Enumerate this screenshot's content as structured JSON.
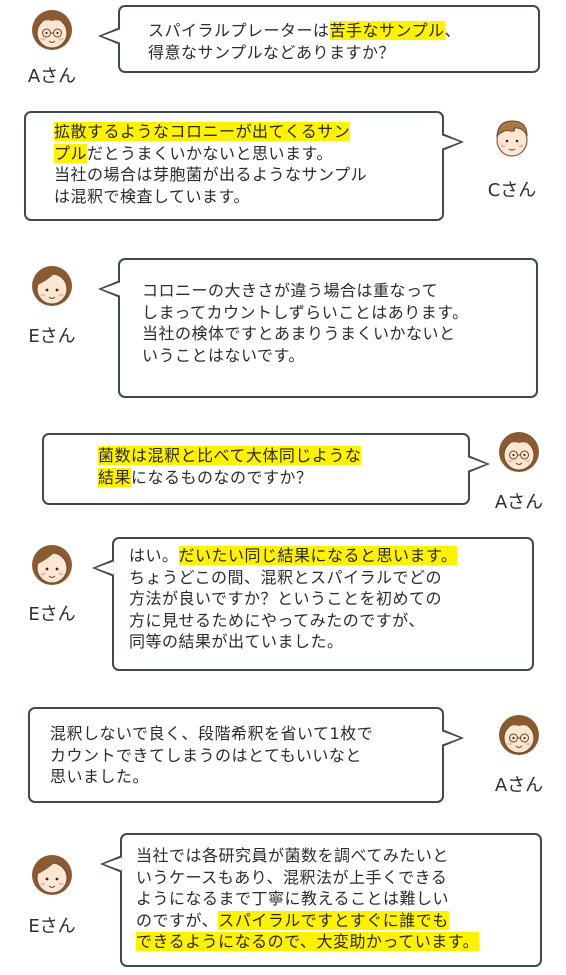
{
  "conversation": [
    {
      "speaker": "Aさん",
      "side": "left",
      "lines": [
        {
          "segments": [
            {
              "text": "スパイラルプレーターは",
              "hl": false
            },
            {
              "text": "苦手なサンプル",
              "hl": true
            },
            {
              "text": "、",
              "hl": false
            }
          ]
        },
        {
          "segments": [
            {
              "text": "得意なサンプルなどありますか？",
              "hl": false
            }
          ]
        }
      ]
    },
    {
      "speaker": "Cさん",
      "side": "right",
      "lines": [
        {
          "segments": [
            {
              "text": "拡散するようなコロニーが出てくるサン",
              "hl": true
            }
          ]
        },
        {
          "segments": [
            {
              "text": "プル",
              "hl": true
            },
            {
              "text": "だとうまくいかないと思います。",
              "hl": false
            }
          ]
        },
        {
          "segments": [
            {
              "text": "当社の場合は芽胞菌が出るようなサンプル",
              "hl": false
            }
          ]
        },
        {
          "segments": [
            {
              "text": "は混釈で検査しています。",
              "hl": false
            }
          ]
        }
      ]
    },
    {
      "speaker": "Eさん",
      "side": "left",
      "lines": [
        {
          "segments": [
            {
              "text": "コロニーの大きさが違う場合は重なって",
              "hl": false
            }
          ]
        },
        {
          "segments": [
            {
              "text": "しまってカウントしずらいことはあります。",
              "hl": false
            }
          ]
        },
        {
          "segments": [
            {
              "text": "当社の検体ですとあまりうまくいかないと",
              "hl": false
            }
          ]
        },
        {
          "segments": [
            {
              "text": "いうことはないです。",
              "hl": false
            }
          ]
        }
      ]
    },
    {
      "speaker": "Aさん",
      "side": "right",
      "lines": [
        {
          "segments": [
            {
              "text": "菌数は混釈と比べて大体同じような",
              "hl": true
            }
          ]
        },
        {
          "segments": [
            {
              "text": "結果",
              "hl": true
            },
            {
              "text": "になるものなのですか？",
              "hl": false
            }
          ]
        }
      ]
    },
    {
      "speaker": "Eさん",
      "side": "left",
      "lines": [
        {
          "segments": [
            {
              "text": "はい。",
              "hl": false
            },
            {
              "text": "だいたい同じ結果になると思います。",
              "hl": true
            }
          ]
        },
        {
          "segments": [
            {
              "text": "ちょうどこの間、混釈とスパイラルでどの",
              "hl": false
            }
          ]
        },
        {
          "segments": [
            {
              "text": "方法が良いですか？ということを初めての",
              "hl": false
            }
          ]
        },
        {
          "segments": [
            {
              "text": "方に見せるためにやってみたのですが、",
              "hl": false
            }
          ]
        },
        {
          "segments": [
            {
              "text": "同等の結果が出ていました。",
              "hl": false
            }
          ]
        }
      ]
    },
    {
      "speaker": "Aさん",
      "side": "right",
      "lines": [
        {
          "segments": [
            {
              "text": "混釈しないで良く、段階希釈を省いて1枚で",
              "hl": false
            }
          ]
        },
        {
          "segments": [
            {
              "text": "カウントできてしまうのはとてもいいなと",
              "hl": false
            }
          ]
        },
        {
          "segments": [
            {
              "text": "思いました。",
              "hl": false
            }
          ]
        }
      ]
    },
    {
      "speaker": "Eさん",
      "side": "left",
      "lines": [
        {
          "segments": [
            {
              "text": "当社では各研究員が菌数を調べてみたいと",
              "hl": false
            }
          ]
        },
        {
          "segments": [
            {
              "text": "いうケースもあり、混釈法が上手くできる",
              "hl": false
            }
          ]
        },
        {
          "segments": [
            {
              "text": "ようになるまで丁寧に教えることは難しい",
              "hl": false
            }
          ]
        },
        {
          "segments": [
            {
              "text": "のですが、",
              "hl": false
            },
            {
              "text": "スパイラルですとすぐに誰でも",
              "hl": true
            }
          ]
        },
        {
          "segments": [
            {
              "text": "できるようになるので、大変助かっています。",
              "hl": true
            }
          ]
        }
      ]
    }
  ],
  "colors": {
    "highlight": "#fff200",
    "bubble_border": "#3e4a51",
    "text": "#2b2b2b"
  }
}
